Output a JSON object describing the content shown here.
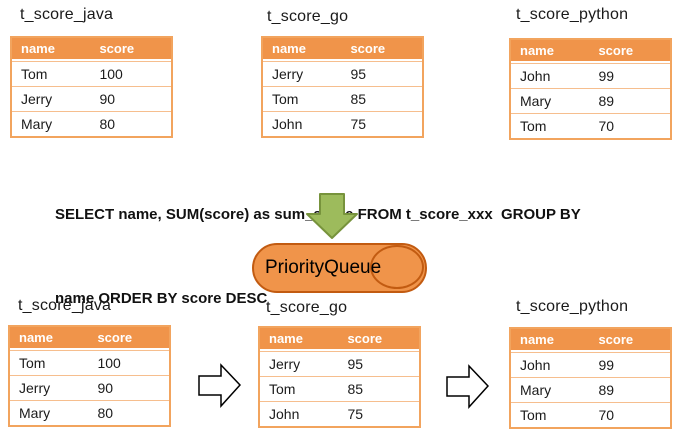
{
  "tables": {
    "java": {
      "title": "t_score_java",
      "headers": [
        "name",
        "score"
      ],
      "rows": [
        [
          "Tom",
          "100"
        ],
        [
          "Jerry",
          "90"
        ],
        [
          "Mary",
          "80"
        ]
      ]
    },
    "go": {
      "title": "t_score_go",
      "headers": [
        "name",
        "score"
      ],
      "rows": [
        [
          "Jerry",
          "95"
        ],
        [
          "Tom",
          "85"
        ],
        [
          "John",
          "75"
        ]
      ]
    },
    "python": {
      "title": "t_score_python",
      "headers": [
        "name",
        "score"
      ],
      "rows": [
        [
          "John",
          "99"
        ],
        [
          "Mary",
          "89"
        ],
        [
          "Tom",
          "70"
        ]
      ]
    }
  },
  "sql": {
    "line1": "SELECT name, SUM(score) as sum_score FROM t_score_xxx  GROUP BY",
    "line2": "name ORDER BY score DESC"
  },
  "queue": {
    "label": "PriorityQueue"
  },
  "icons": {
    "flow_down": "down-block-arrow",
    "flow_right": "right-block-arrow"
  },
  "colors": {
    "table_header_bg": "#f0944a",
    "table_border": "#f2a45e",
    "row_divider": "#f6be8e",
    "header_text": "#ffffff",
    "green_arrow_fill": "#9dbb5c",
    "green_arrow_stroke": "#77933c",
    "cylinder_fill": "#f0944a",
    "cylinder_stroke": "#c25b11",
    "white_arrow_fill": "#ffffff",
    "white_arrow_stroke": "#000000"
  }
}
